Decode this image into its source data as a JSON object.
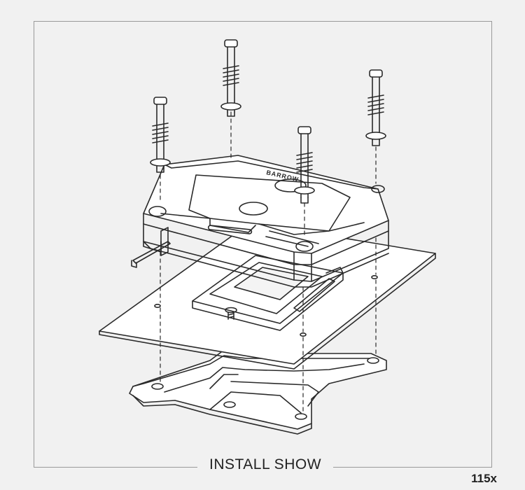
{
  "diagram": {
    "title": "INSTALL SHOW",
    "corner_label": "115x",
    "block_logo": "BARROW"
  }
}
